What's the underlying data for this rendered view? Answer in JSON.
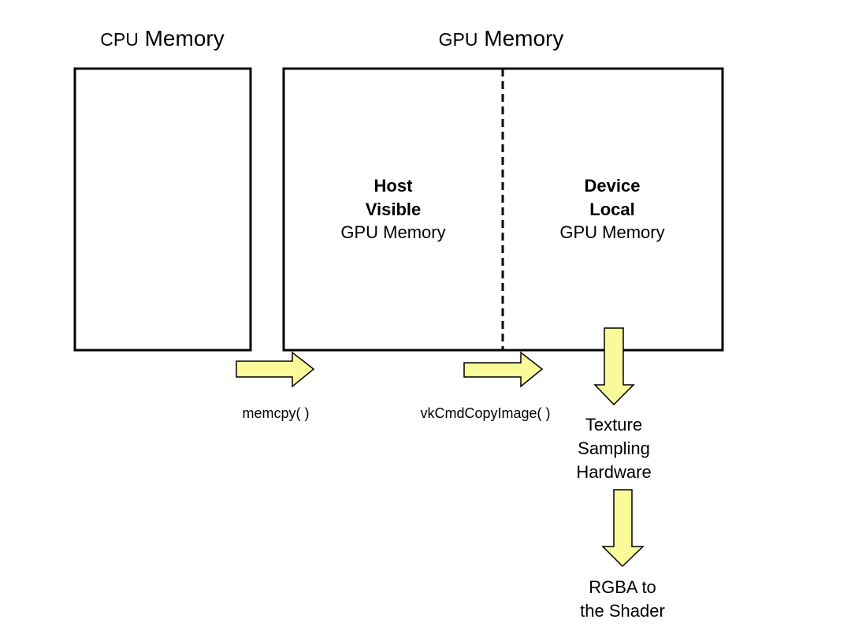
{
  "titles": {
    "cpu_prefix": "CPU",
    "cpu_suffix": " Memory",
    "gpu_prefix": "GPU",
    "gpu_suffix": " Memory"
  },
  "host_visible": {
    "line1": "Host",
    "line2": "Visible",
    "line3": "GPU Memory"
  },
  "device_local": {
    "line1": "Device",
    "line2": "Local",
    "line3": "GPU Memory"
  },
  "arrows": {
    "memcpy_label": "memcpy( )",
    "copy_label": "vkCmdCopyImage( )"
  },
  "texture": {
    "line1": "Texture",
    "line2": "Sampling",
    "line3": "Hardware"
  },
  "output": {
    "line1": "RGBA to",
    "line2": "the Shader"
  },
  "colors": {
    "arrow_fill": "#FAFA9A",
    "stroke": "#000000"
  }
}
